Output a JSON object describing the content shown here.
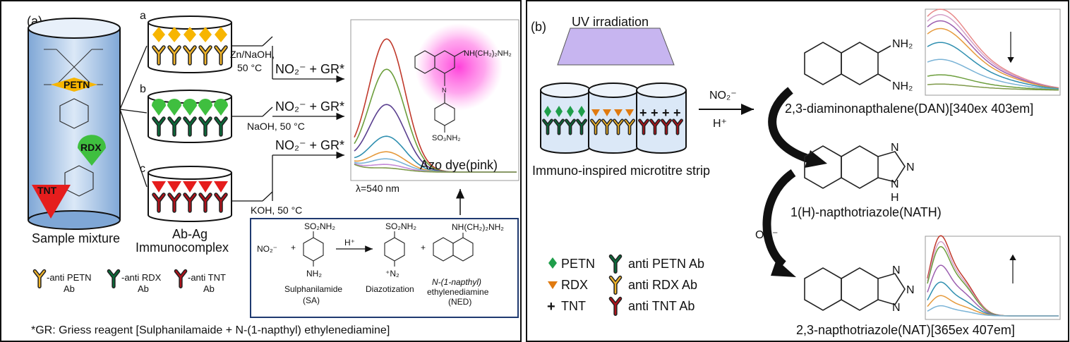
{
  "panel_a": {
    "label": "(a)",
    "sub_labels": [
      "a",
      "b",
      "c"
    ],
    "explosives": [
      "PETN",
      "RDX",
      "TNT"
    ],
    "sample_mixture": "Sample mixture",
    "immunocomplex": [
      "Ab-Ag",
      "Immunocomplex"
    ],
    "reagents": [
      "Zn/NaOH,",
      "50 °C",
      "NaOH, 50 °C",
      "KOH, 50 °C"
    ],
    "nitrite_plus_gr": "NO₂⁻ + GR*",
    "wavelength": "λ=540 nm",
    "azo_dye": "Azo dye(pink)",
    "azo_substituents": [
      "NH(CH₂)₂NH₂",
      "SO₃NH₂"
    ],
    "scheme": {
      "nitrite": "NO₂⁻",
      "sa_group": "SO₂NH₂",
      "amine": "NH₂",
      "acid": "H⁺",
      "diazonium": "⁺N₂",
      "ned_group": "NH(CH₂)₂NH₂",
      "sa_name": [
        "Sulphanilamide",
        "(SA)"
      ],
      "diazotization": "Diazotization",
      "ned_name": [
        "N-(1-napthyl)",
        "ethylenediamine",
        "(NED)"
      ]
    },
    "antibody_legend": [
      {
        "label": "-anti PETN",
        "sub": "Ab",
        "color": "#f0b429"
      },
      {
        "label": "-anti RDX",
        "sub": "Ab",
        "color": "#0b6b3a"
      },
      {
        "label": "-anti TNT",
        "sub": "Ab",
        "color": "#b1121b"
      }
    ],
    "footnote": "*GR: Griess reagent [Sulphanilamaide + N-(1-napthyl) ethylenediamine]"
  },
  "panel_b": {
    "label": "(b)",
    "uv": "UV irradiation",
    "strip": "Immuno-inspired microtitre strip",
    "reagent_top": "NO₂⁻",
    "reagent_bottom": "H⁺",
    "oh": "OH⁻",
    "amine": "NH₂",
    "n_atom": "N",
    "h_atom": "H",
    "dan": "2,3-diaminonapthalene(DAN)[340ex 403em]",
    "nath": "1(H)-napthotriazole(NATH)",
    "nat": "2,3-napthotriazole(NAT)[365ex 407em]",
    "legend": [
      {
        "analyte": "PETN",
        "antibody": "anti PETN Ab"
      },
      {
        "analyte": "RDX",
        "antibody": "anti RDX Ab"
      },
      {
        "analyte": "TNT",
        "antibody": "anti TNT Ab"
      }
    ]
  },
  "colors": {
    "petn": "#f7b500",
    "rdx": "#3fbf3f",
    "tnt": "#e51d1d",
    "dye": "#ff2bd6",
    "uv": "#c7b5f0"
  }
}
